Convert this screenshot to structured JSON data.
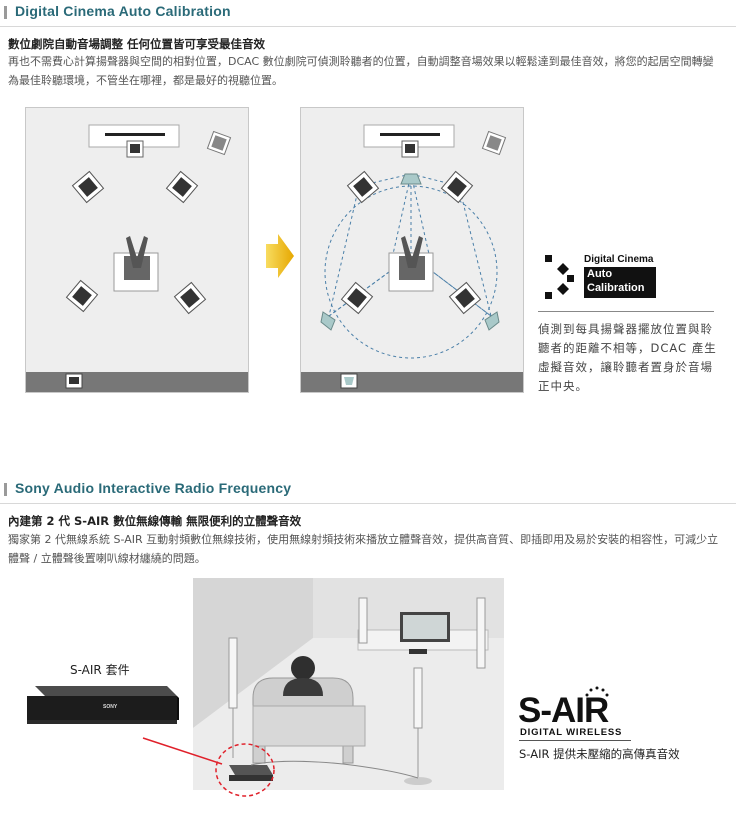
{
  "section1": {
    "title": "Digital Cinema Auto Calibration",
    "subhead": "數位劇院自動音場調整 任何位置皆可享受最佳音效",
    "paragraph": "再也不需費心計算揚聲器與空間的相對位置，DCAC 數位劇院可偵測聆聽者的位置，自動調整音場效果以輕鬆達到最佳音效，將您的起居空間轉變為最佳聆聽環境，不管坐在哪裡，都是最好的視聽位置。",
    "logo": {
      "line1": "Digital Cinema",
      "line2": "Auto",
      "line3": "Calibration"
    },
    "side_text": "偵測到每具揚聲器擺放位置與聆聽者的距離不相等，DCAC 產生虛擬音效，讓聆聽者置身於音場正中央。"
  },
  "section2": {
    "title": "Sony Audio Interactive Radio Frequency",
    "subhead": "內建第 2 代 S-AIR 數位無線傳輸 無限便利的立體聲音效",
    "paragraph": "獨家第 2 代無線系統 S-AIR 互動射頻數位無線技術，使用無線射頻技術來播放立體聲音效，提供高音質、即插即用及易於安裝的相容性，可減少立體聲 / 立體聲後置喇叭線材纏繞的問題。",
    "kit_label": "S-AIR 套件",
    "device_brand": "SONY",
    "sair_logo": "S-AIR",
    "sair_sub": "DIGITAL WIRELESS",
    "sair_caption": "S-AIR 提供未壓縮的高傳真音效"
  },
  "colors": {
    "title": "#2a6a78",
    "accent_arrow": "#f2b800",
    "circle": "#4a7fa8",
    "highlight": "#e0202a"
  }
}
